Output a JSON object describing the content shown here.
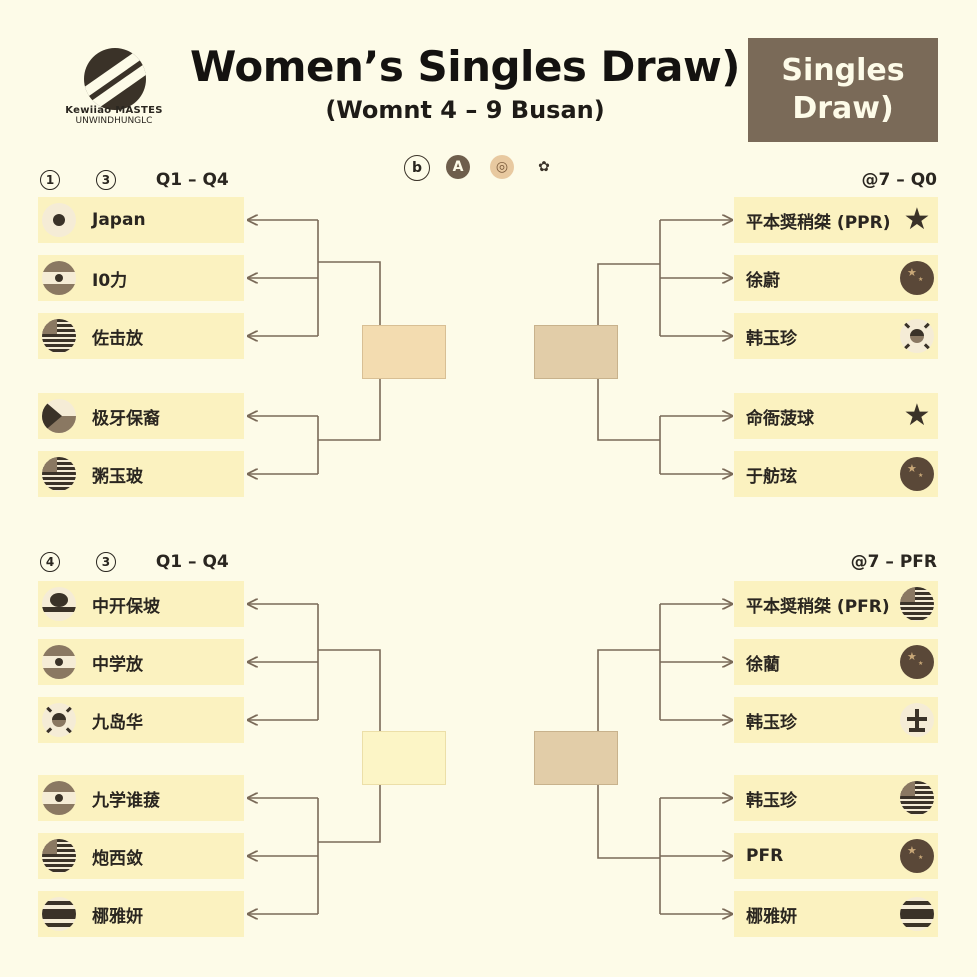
{
  "header": {
    "title": "Women’s Singles Draw)",
    "subtitle": "(Womnt 4 – 9 Busan)",
    "badge_line1": "Singles",
    "badge_line2": "Draw)",
    "logo_line1": "Kewiiao MASTES",
    "logo_line2": "UNWINDHUNGLC"
  },
  "social_icons": [
    "b-icon",
    "a-icon",
    "camera-icon",
    "flower-icon"
  ],
  "social_glyphs": [
    "b",
    "A",
    "◎",
    "✿"
  ],
  "top_left": {
    "circ1": "1",
    "circ2": "3",
    "range": "Q1 – Q4",
    "entries": [
      {
        "name": "Japan",
        "flag": "japan"
      },
      {
        "name": "I0力",
        "flag": "stripe3"
      },
      {
        "name": "佐击放",
        "flag": "usa"
      },
      {
        "name": "极牙保裔",
        "flag": "czech"
      },
      {
        "name": "粥玉玻",
        "flag": "usa"
      }
    ]
  },
  "top_right": {
    "range": "@7 – Q0",
    "entries": [
      {
        "name": "平本奨稍桀 (PPR)",
        "flag": "star"
      },
      {
        "name": "徐蔚",
        "flag": "china"
      },
      {
        "name": "韩玉珍",
        "flag": "korea"
      },
      {
        "name": "命衙菠球",
        "flag": "star"
      },
      {
        "name": "于舫玹",
        "flag": "china"
      }
    ]
  },
  "bottom_left": {
    "circ1": "4",
    "circ2": "3",
    "range": "Q1 – Q4",
    "entries": [
      {
        "name": "中开保坡",
        "flag": "japanbar"
      },
      {
        "name": "中学放",
        "flag": "stripe3"
      },
      {
        "name": "九岛华",
        "flag": "korea"
      },
      {
        "name": "九学谁菝",
        "flag": "stripe3"
      },
      {
        "name": "炮西敛",
        "flag": "usa"
      },
      {
        "name": "梛雅妍",
        "flag": "thai"
      }
    ]
  },
  "bottom_right": {
    "range": "@7 – PFR",
    "entries": [
      {
        "name": "平本奨稍桀 (PFR)",
        "flag": "usa"
      },
      {
        "name": "徐藺",
        "flag": "china"
      },
      {
        "name": "韩玉珍",
        "flag": "cross"
      },
      {
        "name": "韩玉珍",
        "flag": "usa"
      },
      {
        "name": "PFR",
        "flag": "china"
      },
      {
        "name": "梛雅妍",
        "flag": "thai"
      }
    ]
  },
  "colors": {
    "background": "#fdfbe8",
    "entry": "#fbf2c0",
    "badge": "#7a6a58",
    "line": "#7a6a58",
    "box_tl": "#f3dcb0",
    "box_tr": "#e2cda8",
    "box_bl": "#fcf5c6",
    "box_br": "#e2cda8"
  }
}
